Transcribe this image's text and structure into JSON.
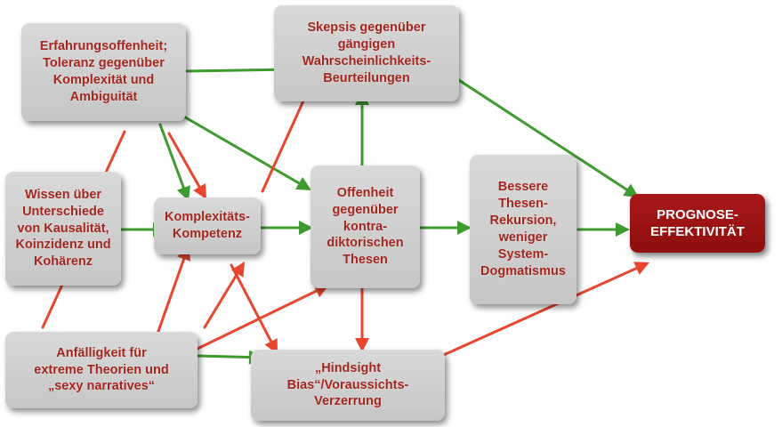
{
  "colors": {
    "positive": "#3f9a2f",
    "negative": "#e8472f",
    "box": "#cfcfcf",
    "text": "#a2261e",
    "main": "#9a1212"
  },
  "nodes": {
    "erfahrung": {
      "label": "Erfahrungsoffenheit;\nToleranz gegenüber\nKomplexität und\nAmbiguität"
    },
    "skepsis": {
      "label": "Skepsis gegenüber\ngängigen\nWahrscheinlichkeits-\nBeurteilungen"
    },
    "wissen": {
      "label": "Wissen über\nUnterschiede\nvon Kausalität,\nKoinzidenz und\nKohärenz"
    },
    "komplex": {
      "label": "Komplexitäts-\nKompetenz"
    },
    "offenheit": {
      "label": "Offenheit\ngegenüber\nkontra-\ndiktorischen\nThesen"
    },
    "bessere": {
      "label": "Bessere\nThesen-\nRekursion,\nweniger\nSystem-\nDogmatismus"
    },
    "prognose": {
      "label": "PROGNOSE-\nEFFEKTIVITÄT"
    },
    "anfaellig": {
      "label": "Anfälligkeit für\nextreme Theorien und\n„sexy narratives“"
    },
    "hindsight": {
      "label": "„Hindsight\nBias“/Voraussichts-\nVerzerrung"
    }
  },
  "edges": [
    {
      "from": "erfahrung",
      "to": "skepsis",
      "polarity": "positive"
    },
    {
      "from": "erfahrung",
      "to": "komplex",
      "polarity": "positive"
    },
    {
      "from": "erfahrung",
      "to": "offenheit",
      "polarity": "positive"
    },
    {
      "from": "erfahrung",
      "to": "komplex",
      "polarity": "negative"
    },
    {
      "from": "wissen",
      "to": "komplex",
      "polarity": "positive"
    },
    {
      "from": "komplex",
      "to": "offenheit",
      "polarity": "positive"
    },
    {
      "from": "komplex",
      "to": "skepsis",
      "polarity": "negative"
    },
    {
      "from": "komplex",
      "to": "hindsight",
      "polarity": "negative"
    },
    {
      "from": "offenheit",
      "to": "skepsis",
      "polarity": "positive"
    },
    {
      "from": "offenheit",
      "to": "bessere",
      "polarity": "positive"
    },
    {
      "from": "offenheit",
      "to": "hindsight",
      "polarity": "negative"
    },
    {
      "from": "bessere",
      "to": "prognose",
      "polarity": "positive"
    },
    {
      "from": "skepsis",
      "to": "prognose",
      "polarity": "positive"
    },
    {
      "from": "hindsight",
      "to": "prognose",
      "polarity": "negative"
    },
    {
      "from": "anfaellig",
      "to": "hindsight",
      "polarity": "positive"
    },
    {
      "from": "anfaellig",
      "to": "offenheit",
      "polarity": "negative"
    },
    {
      "from": "anfaellig",
      "to": "komplex",
      "polarity": "negative"
    },
    {
      "from": "anfaellig",
      "to": "hindsight",
      "polarity": "negative"
    },
    {
      "from": "erfahrung",
      "to": "wissen",
      "polarity": "negative"
    },
    {
      "from": "wissen",
      "to": "anfaellig",
      "polarity": "negative"
    }
  ]
}
